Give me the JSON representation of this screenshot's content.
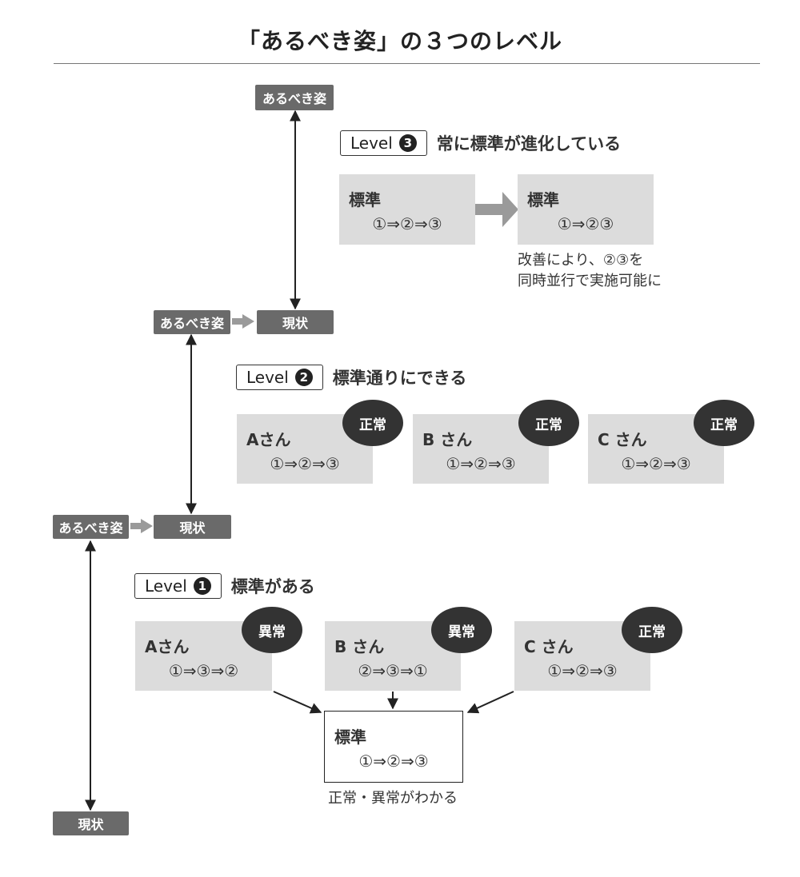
{
  "title": "「あるべき姿」の３つのレベル",
  "tags": {
    "ideal": "あるべき姿",
    "current": "現状"
  },
  "level3": {
    "label": "Level",
    "num": "3",
    "desc": "常に標準が進化している",
    "before": {
      "name": "標準",
      "seq": "①⇒②⇒③"
    },
    "after": {
      "name": "標準",
      "seq": "①⇒②③"
    },
    "note_line1": "改善により、②③を",
    "note_line2": "同時並行で実施可能に"
  },
  "level2": {
    "label": "Level",
    "num": "2",
    "desc": "標準通りにできる",
    "cards": [
      {
        "name": "Aさん",
        "seq": "①⇒②⇒③",
        "status": "正常"
      },
      {
        "name": "B さん",
        "seq": "①⇒②⇒③",
        "status": "正常"
      },
      {
        "name": "C さん",
        "seq": "①⇒②⇒③",
        "status": "正常"
      }
    ]
  },
  "level1": {
    "label": "Level",
    "num": "1",
    "desc": "標準がある",
    "cards": [
      {
        "name": "Aさん",
        "seq": "①⇒③⇒②",
        "status": "異常"
      },
      {
        "name": "B さん",
        "seq": "②⇒③⇒①",
        "status": "異常"
      },
      {
        "name": "C さん",
        "seq": "①⇒②⇒③",
        "status": "正常"
      }
    ],
    "standard": {
      "name": "標準",
      "seq": "①⇒②⇒③"
    },
    "note": "正常・異常がわかる"
  },
  "colors": {
    "tag_bg": "#6a6a6a",
    "card_bg": "#dcdcdc",
    "badge_bg": "#333333",
    "arrow_gray": "#9a9a9a"
  }
}
